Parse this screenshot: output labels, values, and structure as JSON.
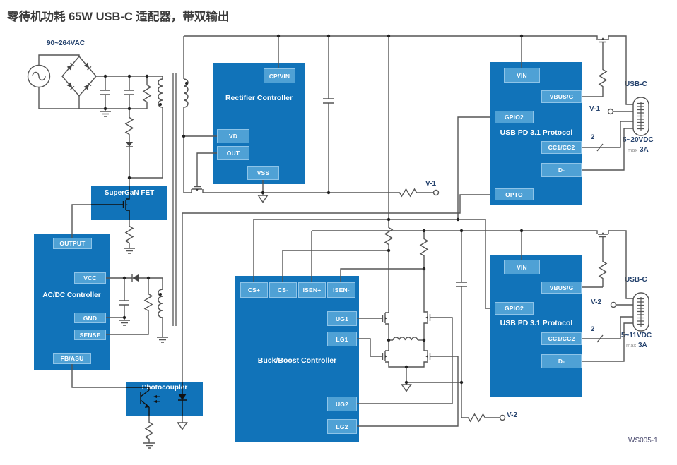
{
  "title": "零待机功耗 65W USB-C 适配器，带双输出",
  "watermark": "WS005-1",
  "labels": {
    "ac_input": "90~264VAC",
    "usb_c": "USB-C",
    "v1": "V-1",
    "v2": "V-2",
    "out1_voltage": "5~20VDC",
    "out2_voltage": "5~11VDC",
    "max": "max",
    "amp": "3A",
    "cc_bus_width": "2"
  },
  "blocks": {
    "rectifier": {
      "title": "Rectifier Controller",
      "pins": {
        "cpvin": "CP/VIN",
        "vd": "VD",
        "out": "OUT",
        "vss": "VSS"
      }
    },
    "supergan": {
      "title": "SuperGaN FET"
    },
    "acdc": {
      "title": "AC/DC Controller",
      "pins": {
        "output": "OUTPUT",
        "vcc": "VCC",
        "gnd": "GND",
        "sense": "SENSE",
        "fbasu": "FB/ASU"
      }
    },
    "photocoupler": {
      "title": "Photocoupler"
    },
    "buckboost": {
      "title": "Buck/Boost Controller",
      "pins": {
        "csp": "CS+",
        "csn": "CS-",
        "isenp": "ISEN+",
        "isenn": "ISEN-",
        "ug1": "UG1",
        "lg1": "LG1",
        "ug2": "UG2",
        "lg2": "LG2"
      }
    },
    "pd1": {
      "title": "USB PD 3.1 Protocol",
      "pins": {
        "vin": "VIN",
        "vbusg": "VBUS/G",
        "gpio2": "GPIO2",
        "cc": "CC1/CC2",
        "d": "D-",
        "opto": "OPTO"
      }
    },
    "pd2": {
      "title": "USB PD 3.1 Protocol",
      "pins": {
        "vin": "VIN",
        "vbusg": "VBUS/G",
        "gpio2": "GPIO2",
        "cc": "CC1/CC2",
        "d": "D-"
      }
    }
  },
  "colors": {
    "block": "#1173b9",
    "pin": "#4fa1d5",
    "label": "#26436e",
    "wire": "#555555",
    "title_text": "#3a3a3a",
    "watermark": "#4a4a6e"
  }
}
